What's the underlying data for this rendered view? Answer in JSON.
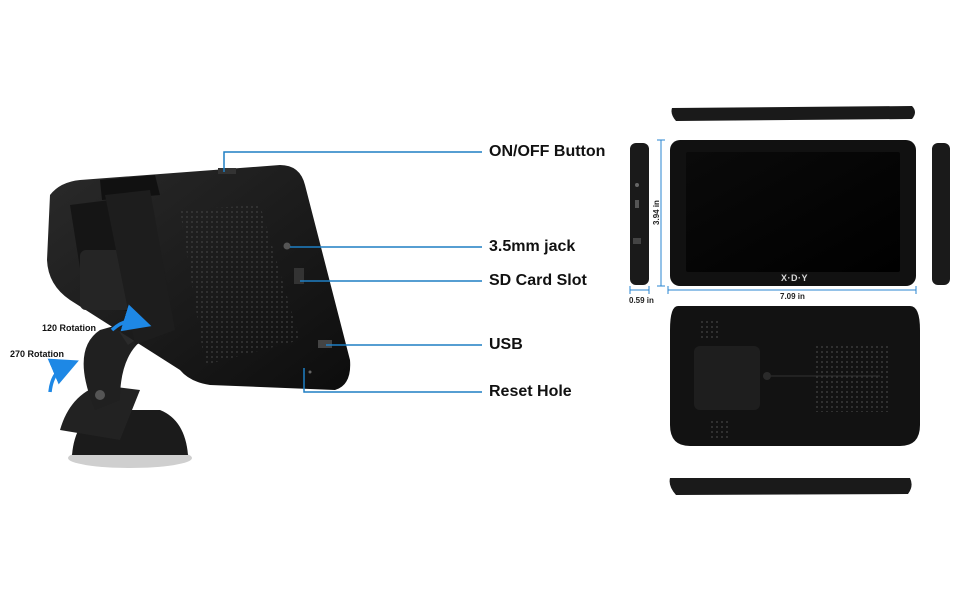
{
  "callouts": {
    "on_off": "ON/OFF Button",
    "jack": "3.5mm jack",
    "sd": "SD Card Slot",
    "usb": "USB",
    "reset": "Reset Hole"
  },
  "rotations": {
    "r120": "120 Rotation",
    "r270": "270 Rotation"
  },
  "dimensions": {
    "height": "3.94 in",
    "width": "7.09 in",
    "depth": "0.59 in"
  },
  "brand_logo": "X·D·Y",
  "colors": {
    "callout_line": "#1e7fc4",
    "dimension_line": "#2a86d0",
    "device_body": "#1a1a1a",
    "arrow": "#1e88e5"
  }
}
